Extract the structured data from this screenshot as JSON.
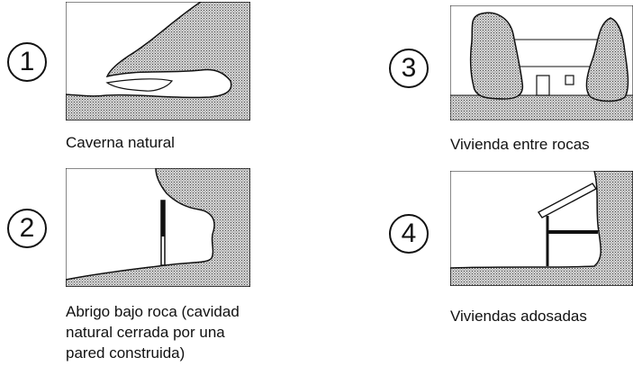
{
  "figures": [
    {
      "number": "1",
      "caption": "Caverna natural"
    },
    {
      "number": "2",
      "caption_lines": [
        "Abrigo bajo roca (cavidad",
        "natural cerrada por una",
        "pared construida)"
      ]
    },
    {
      "number": "3",
      "caption": "Vivienda entre rocas"
    },
    {
      "number": "4",
      "caption": "Viviendas adosadas"
    }
  ],
  "colors": {
    "rock_fill": "#c7c7c7",
    "ink": "#111111",
    "paper": "#ffffff"
  },
  "icons": [
    "cave-illustration",
    "rock-shelter-illustration",
    "house-between-rocks-illustration",
    "attached-house-illustration"
  ]
}
